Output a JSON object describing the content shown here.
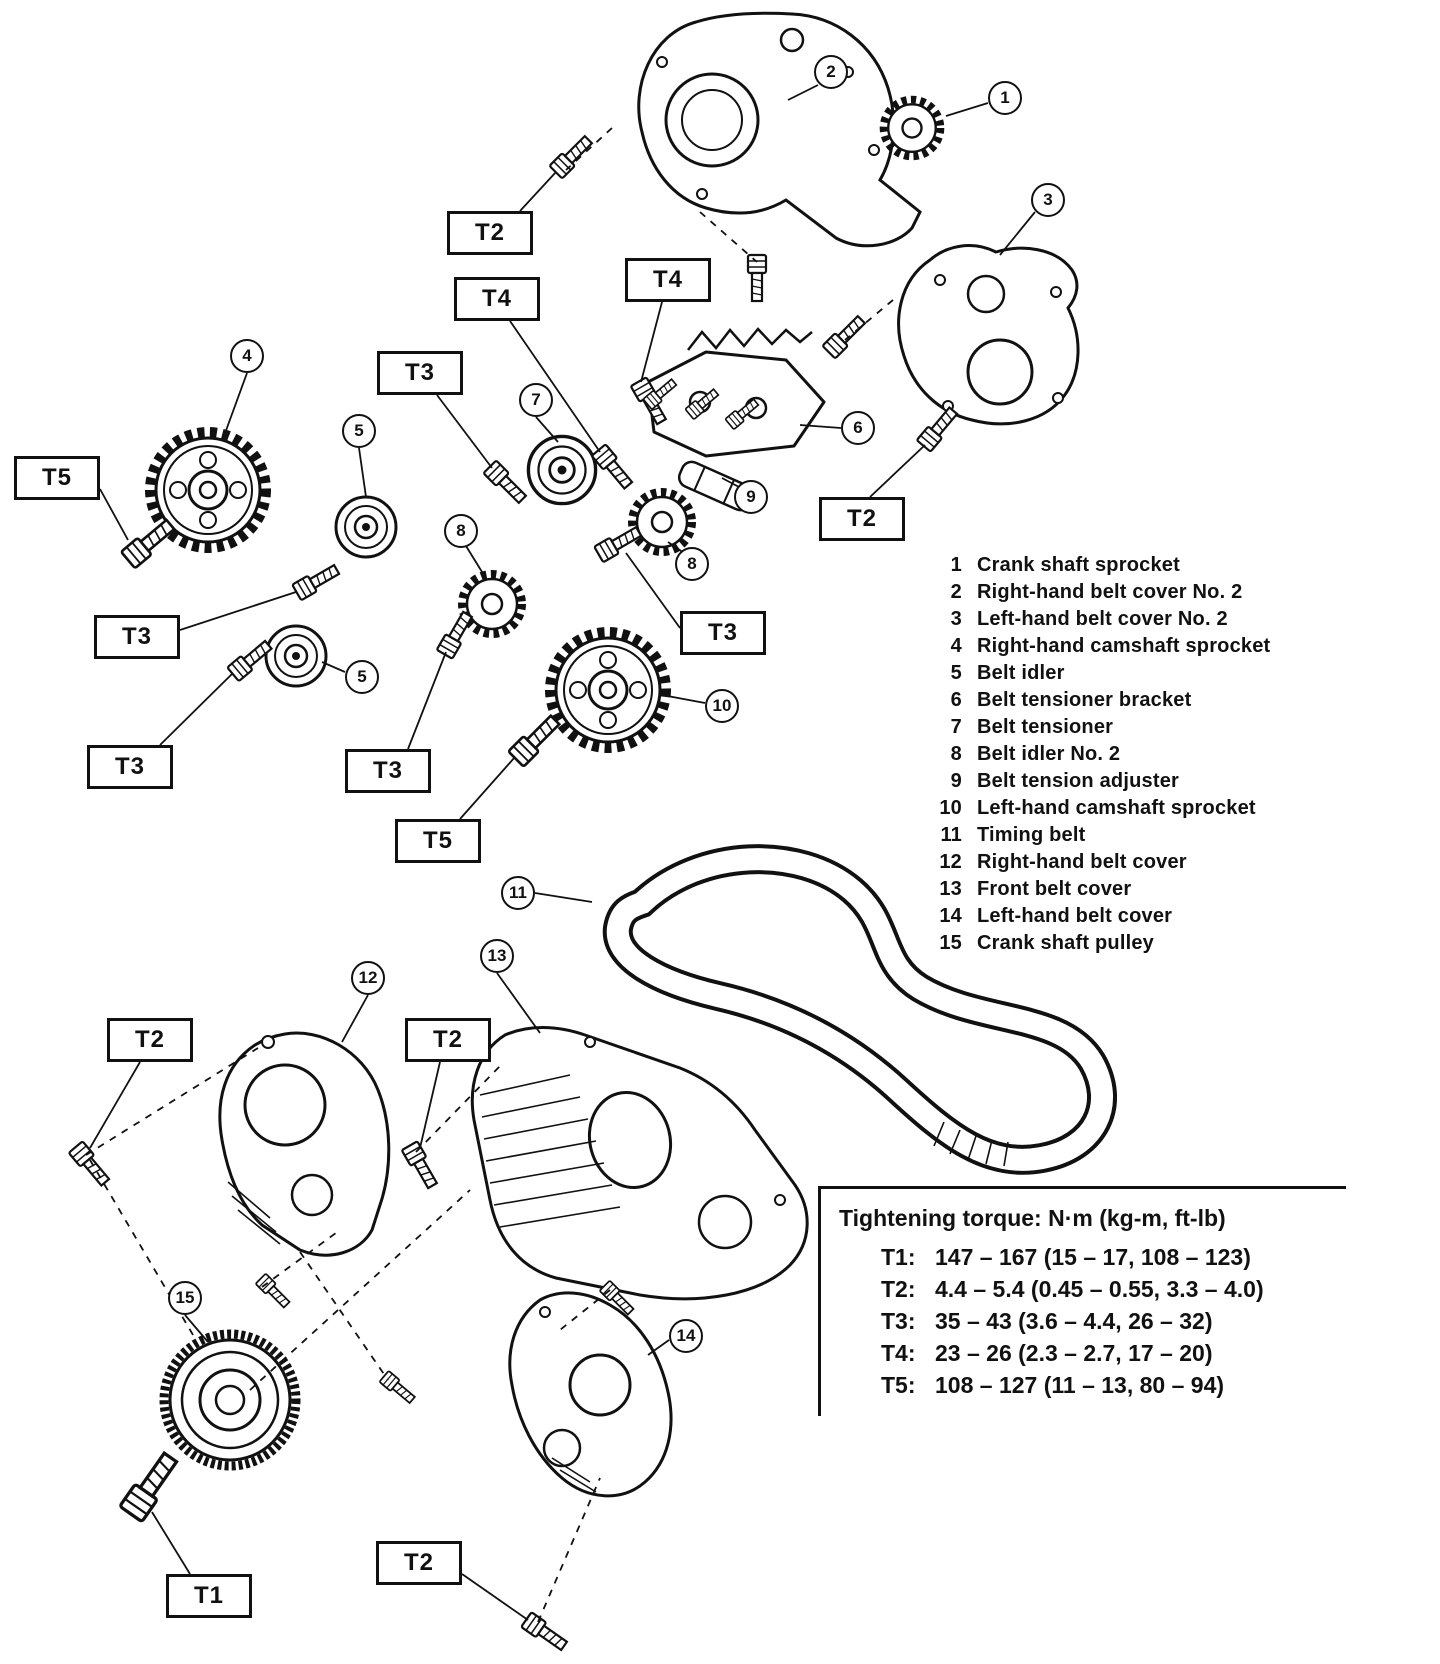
{
  "diagram": {
    "kind": "exploded-parts-diagram",
    "subject": "Engine timing belt and covers"
  },
  "parts_list": {
    "items": [
      {
        "num": "1",
        "name": "Crank shaft sprocket"
      },
      {
        "num": "2",
        "name": "Right-hand belt cover No. 2"
      },
      {
        "num": "3",
        "name": "Left-hand belt cover No. 2"
      },
      {
        "num": "4",
        "name": "Right-hand camshaft sprocket"
      },
      {
        "num": "5",
        "name": "Belt idler"
      },
      {
        "num": "6",
        "name": "Belt tensioner bracket"
      },
      {
        "num": "7",
        "name": "Belt tensioner"
      },
      {
        "num": "8",
        "name": "Belt idler No. 2"
      },
      {
        "num": "9",
        "name": "Belt tension adjuster"
      },
      {
        "num": "10",
        "name": "Left-hand camshaft sprocket"
      },
      {
        "num": "11",
        "name": "Timing belt"
      },
      {
        "num": "12",
        "name": "Right-hand belt cover"
      },
      {
        "num": "13",
        "name": "Front belt cover"
      },
      {
        "num": "14",
        "name": "Left-hand belt cover"
      },
      {
        "num": "15",
        "name": "Crank shaft pulley"
      }
    ]
  },
  "torque_table": {
    "title": "Tightening torque:  N·m (kg-m, ft-lb)",
    "rows": [
      {
        "label": "T1:",
        "value": "147 – 167 (15 – 17, 108 – 123)"
      },
      {
        "label": "T2:",
        "value": "4.4 – 5.4 (0.45 – 0.55, 3.3 – 4.0)"
      },
      {
        "label": "T3:",
        "value": "35 – 43 (3.6 – 4.4, 26 – 32)"
      },
      {
        "label": "T4:",
        "value": "23 – 26 (2.3 – 2.7, 17 – 20)"
      },
      {
        "label": "T5:",
        "value": "108 – 127 (11 – 13, 80 – 94)"
      }
    ]
  },
  "torque_callouts": [
    {
      "label": "T2"
    },
    {
      "label": "T4"
    },
    {
      "label": "T4"
    },
    {
      "label": "T3"
    },
    {
      "label": "T5"
    },
    {
      "label": "T2"
    },
    {
      "label": "T3"
    },
    {
      "label": "T3"
    },
    {
      "label": "T3"
    },
    {
      "label": "T3"
    },
    {
      "label": "T5"
    },
    {
      "label": "T2"
    },
    {
      "label": "T2"
    },
    {
      "label": "T2"
    },
    {
      "label": "T1"
    }
  ],
  "part_callouts": [
    {
      "num": "1"
    },
    {
      "num": "2"
    },
    {
      "num": "3"
    },
    {
      "num": "4"
    },
    {
      "num": "5"
    },
    {
      "num": "7"
    },
    {
      "num": "6"
    },
    {
      "num": "9"
    },
    {
      "num": "8"
    },
    {
      "num": "8"
    },
    {
      "num": "5"
    },
    {
      "num": "10"
    },
    {
      "num": "11"
    },
    {
      "num": "13"
    },
    {
      "num": "12"
    },
    {
      "num": "15"
    },
    {
      "num": "14"
    }
  ],
  "colors": {
    "ink": "#111111",
    "paper": "#ffffff"
  }
}
